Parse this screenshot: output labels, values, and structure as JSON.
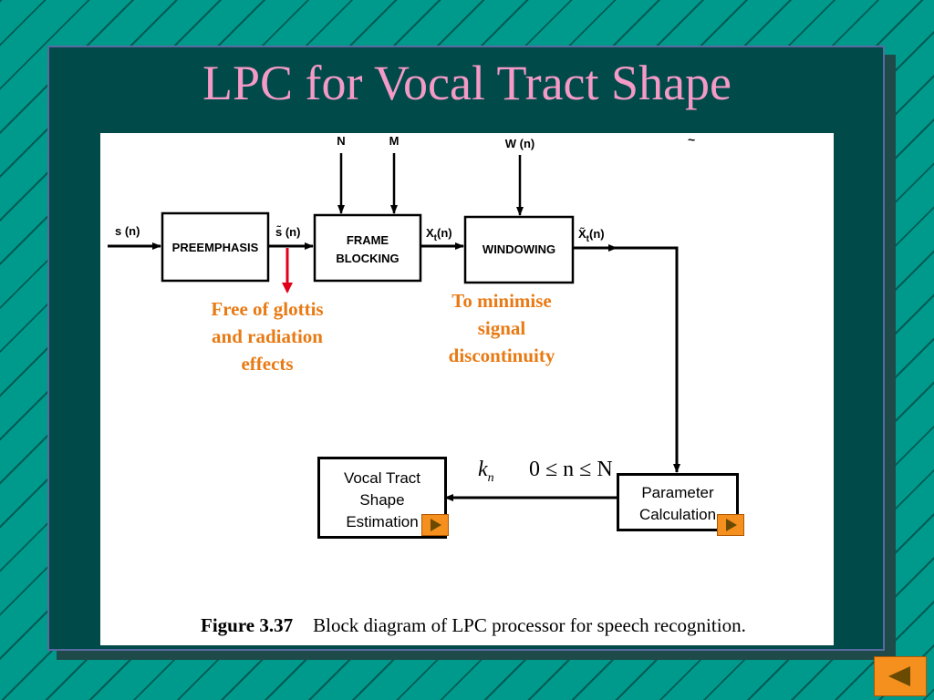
{
  "title": "LPC for Vocal Tract Shape",
  "diagram": {
    "input_label": "s (n)",
    "preemphasis_label": "PREEMPHASIS",
    "preemph_out_label": "s̃ (n)",
    "frame_blocking_line1": "FRAME",
    "frame_blocking_line2": "BLOCKING",
    "frame_out_label": "X",
    "frame_out_sub": "t",
    "frame_out_suffix": "(n)",
    "windowing_label": "WINDOWING",
    "window_out_label": "X̃",
    "window_out_sub": "t",
    "window_out_suffix": "(n)",
    "param_n": "N",
    "param_m": "M",
    "param_w": "W (n)",
    "corner_mark": "~"
  },
  "annotations": {
    "glottis": [
      "Free of glottis",
      "and radiation",
      "effects"
    ],
    "windowing": [
      "To minimise",
      "signal",
      "discontinuity"
    ]
  },
  "boxes": {
    "vocal_tract": [
      "Vocal Tract",
      "Shape",
      "Estimation"
    ],
    "parameter": [
      "Parameter",
      "Calculation"
    ]
  },
  "math": {
    "kn": "k",
    "kn_sub": "n",
    "range": "0 ≤ n ≤ N"
  },
  "caption": {
    "figure_no": "Figure 3.37",
    "text": "Block diagram of LPC processor for speech recognition."
  },
  "colors": {
    "title": "#f39ac6",
    "annotation": "#e87a14",
    "button": "#f5901e",
    "red_arrow": "#e0001a"
  }
}
